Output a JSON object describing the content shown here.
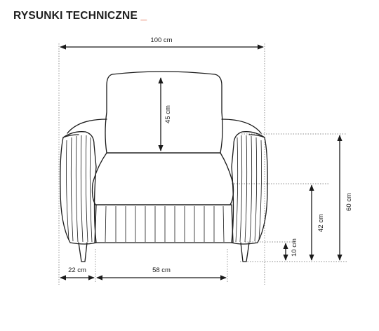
{
  "heading": {
    "title": "RYSUNKI TECHNICZNE",
    "accent": "_"
  },
  "dimensions": {
    "total_width": "100 cm",
    "backrest_height": "45 cm",
    "total_height": "60 cm",
    "seat_height": "42 cm",
    "leg_height": "10 cm",
    "armrest_width": "22 cm",
    "seat_width": "58 cm"
  },
  "colors": {
    "line": "#1a1a1a",
    "accent": "#d9411e",
    "guide": "#666666"
  }
}
